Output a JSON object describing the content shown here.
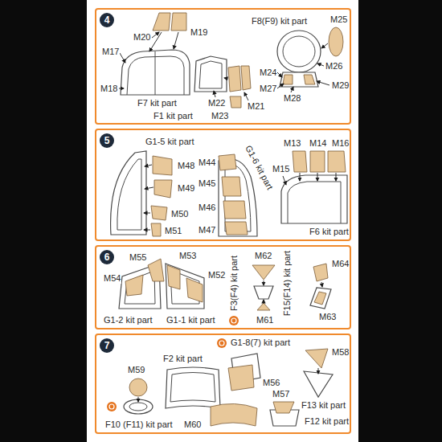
{
  "diagram": {
    "nodes": [
      {
        "text": [
          "4"
        ]
      },
      {
        "text": [
          "5"
        ]
      },
      {
        "text": [
          "6"
        ]
      },
      {
        "text": [
          "7"
        ]
      }
    ],
    "labels": [
      "M20",
      "M19",
      "M17",
      "M18",
      "F7 kit part",
      "F1 kit part",
      "M22",
      "M21",
      "M23",
      "F8(F9) kit part",
      "M25",
      "M26",
      "M24",
      "M27",
      "M28",
      "M29",
      "G1-5 kit part",
      "M48",
      "M49",
      "M50",
      "M51",
      "M44",
      "G1-6 kit part",
      "M45",
      "M46",
      "M47",
      "M13",
      "M14",
      "M16",
      "M15",
      "F6 kit part",
      "M55",
      "M53",
      "M54",
      "M52",
      "G1-2 kit part",
      "G1-1 kit part",
      "F3(F4) kit part",
      "M62",
      "M61",
      "F15(F14) kit part",
      "M64",
      "M63",
      "M59",
      "F2 kit part",
      "G1-8(7) kit part",
      "M58",
      "M56",
      "M57",
      "F13 kit part",
      "M60",
      "F10 (F11) kit part",
      "F12 kit part"
    ]
  }
}
